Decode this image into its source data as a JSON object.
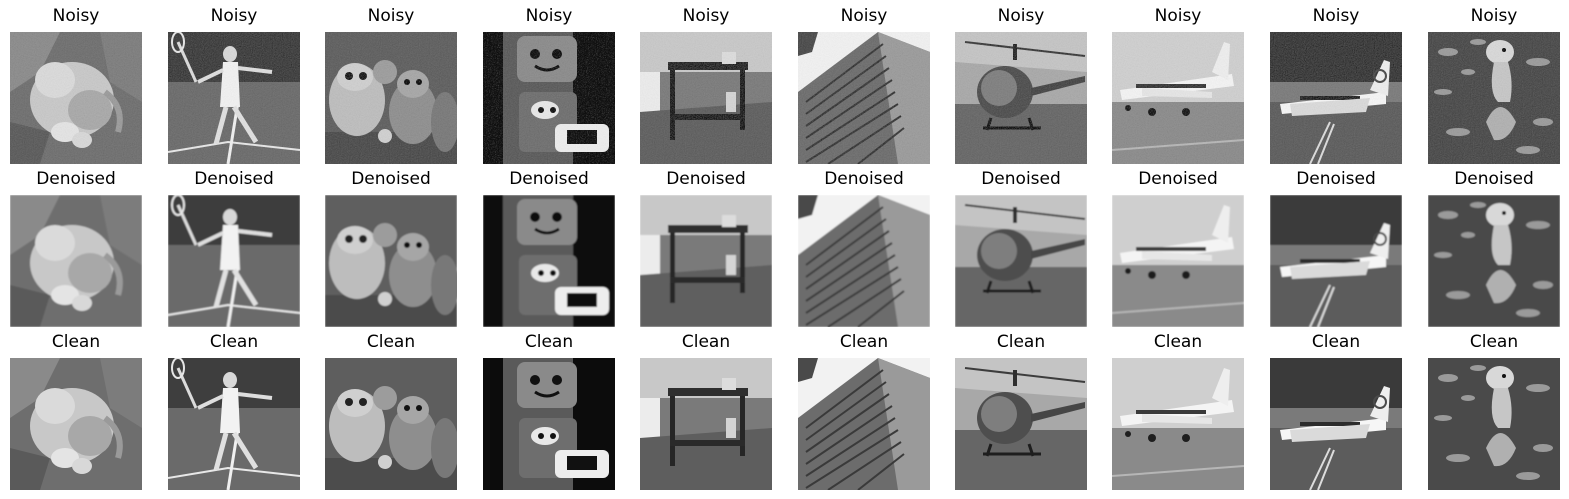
{
  "rows": [
    {
      "label": "Noisy",
      "quality": "noisy"
    },
    {
      "label": "Denoised",
      "quality": "denoised"
    },
    {
      "label": "Clean",
      "quality": "clean"
    }
  ],
  "columns": [
    {
      "subject": "cat"
    },
    {
      "subject": "tennis-player"
    },
    {
      "subject": "toys"
    },
    {
      "subject": "robot-toy"
    },
    {
      "subject": "table"
    },
    {
      "subject": "building"
    },
    {
      "subject": "helicopter"
    },
    {
      "subject": "airplane-white"
    },
    {
      "subject": "airplane-runway"
    },
    {
      "subject": "bird-water"
    }
  ]
}
